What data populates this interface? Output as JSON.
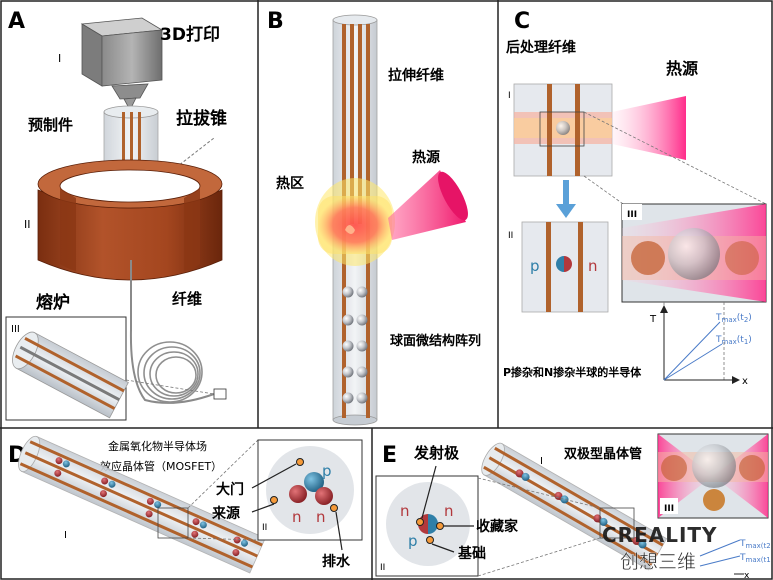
{
  "panels": {
    "A": {
      "letter": "A",
      "title": "3D打印",
      "preform": "预制件",
      "taper": "拉拔锥",
      "furnace": "熔炉",
      "fiber": "纤维",
      "roman": [
        "I",
        "II",
        "III"
      ]
    },
    "B": {
      "letter": "B",
      "drawn_fiber": "拉伸纤维",
      "hot_zone": "热区",
      "heat_source": "热源",
      "array": "球面微结构阵列"
    },
    "C": {
      "letter": "C",
      "title": "后处理纤维",
      "heat_source": "热源",
      "p": "p",
      "n": "n",
      "roman": [
        "I",
        "II",
        "III"
      ],
      "axis_t": "T",
      "axis_x": "x",
      "tmax2": "T",
      "tmax2_sub": "max",
      "tmax2_arg": "(t",
      "tmax2_idx": "2",
      "tmax1": "T",
      "tmax1_sub": "max",
      "tmax1_arg": "(t",
      "tmax1_idx": "1",
      "close": ")",
      "caption": "P掺杂和N掺杂半球的半导体"
    },
    "D": {
      "letter": "D",
      "title_line1": "金属氧化物半导体场",
      "title_line2": "效应晶体管（MOSFET）",
      "gate": "大门",
      "source": "来源",
      "drain": "排水",
      "p": "p",
      "n1": "n",
      "n2": "n",
      "roman": [
        "I",
        "II"
      ]
    },
    "E": {
      "letter": "E",
      "emitter": "发射极",
      "collector": "收藏家",
      "base": "基础",
      "title": "双极型晶体管",
      "n1": "n",
      "n2": "n",
      "p": "p",
      "roman": [
        "I",
        "II",
        "III"
      ],
      "tmax2": "T",
      "tmax2_sub": "max(t",
      "tmax2_idx": "2",
      "tmax1": "T",
      "tmax1_sub": "max(t",
      "tmax1_idx": "1",
      "axis_x": "x"
    }
  },
  "watermark": {
    "brand": "CREALITY",
    "sub": "创想三维"
  },
  "colors": {
    "copper": "#b0622c",
    "copper_dark": "#7e3a14",
    "furnace": "#a4461f",
    "heat": "#f5327a",
    "p_blue": "#2f7fa8",
    "n_red": "#b2383c",
    "arrow_blue": "#5aa0d8",
    "graph_blue": "#4a7bc8"
  }
}
